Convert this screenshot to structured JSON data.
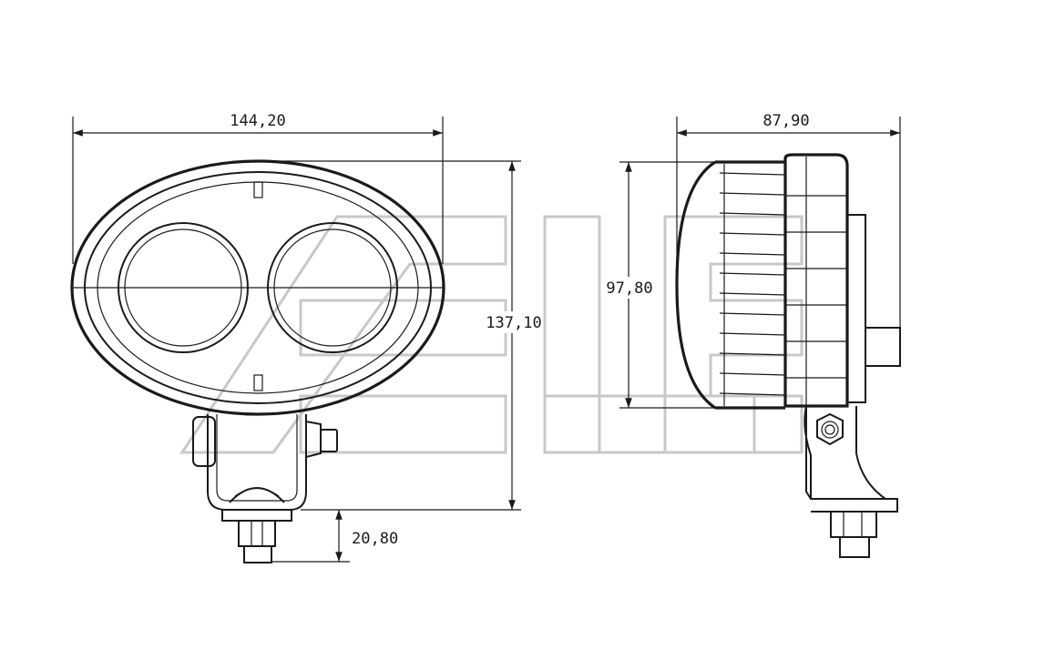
{
  "dimensions": {
    "front_width": "144,20",
    "front_height": "137,10",
    "bolt_length": "20,80",
    "side_depth": "87,90",
    "side_height": "97,80"
  },
  "colors": {
    "line": "#1a1a1a",
    "watermark": "#c8c8c8"
  }
}
